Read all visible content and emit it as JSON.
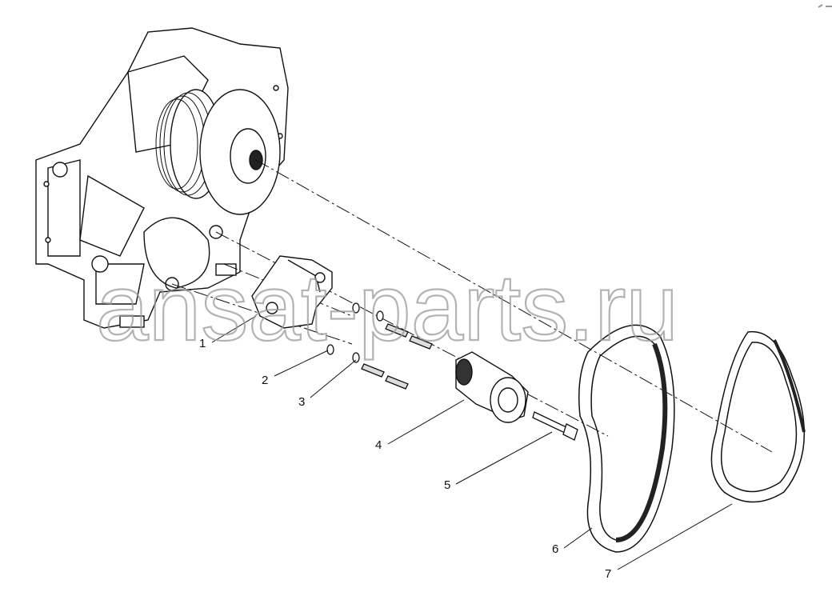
{
  "diagram": {
    "watermark": "ansat-parts.ru",
    "callouts": [
      {
        "number": "1",
        "part": "bracket"
      },
      {
        "number": "2",
        "part": "washer"
      },
      {
        "number": "3",
        "part": "screw"
      },
      {
        "number": "4",
        "part": "belt-tensioner"
      },
      {
        "number": "5",
        "part": "bolt"
      },
      {
        "number": "6",
        "part": "poly-v-belt-large"
      },
      {
        "number": "7",
        "part": "poly-v-belt-small"
      }
    ]
  }
}
